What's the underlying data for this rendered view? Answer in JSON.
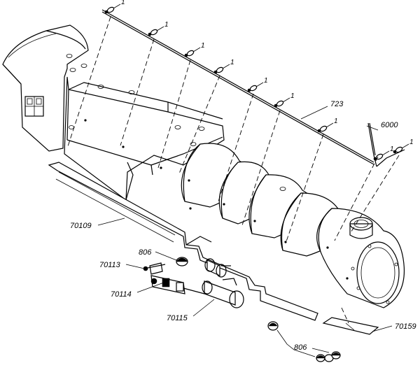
{
  "diagram": {
    "part_labels": {
      "p723": "723",
      "p6000": "6000",
      "p70109": "70109",
      "p806a": "806",
      "p70113": "70113",
      "p70114": "70114",
      "p70115": "70115",
      "p70159": "70159",
      "p806b": "806"
    },
    "stanchion_count_label": "1"
  }
}
